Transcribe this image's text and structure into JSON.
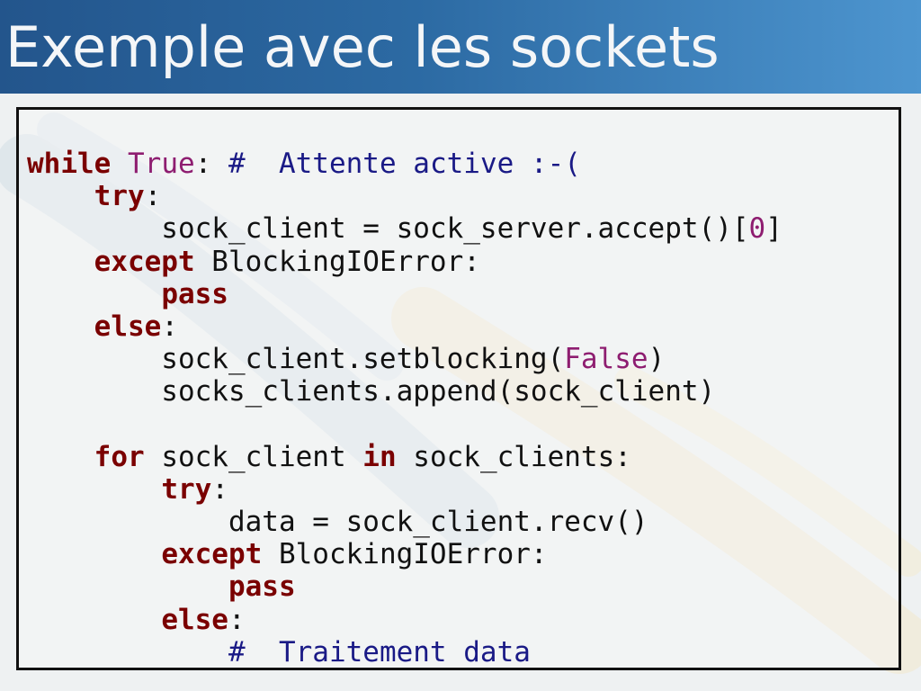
{
  "slide": {
    "title": "Exemple avec les sockets"
  },
  "colors": {
    "title_bar": "#2c6aa3",
    "keyword": "#7a0000",
    "constant": "#8e1d70",
    "comment": "#1a1a86"
  },
  "code_lines": [
    [
      {
        "t": "while",
        "c": "kw"
      },
      {
        "t": " "
      },
      {
        "t": "True",
        "c": "const"
      },
      {
        "t": ": "
      },
      {
        "t": "#  Attente active :-(",
        "c": "comment"
      }
    ],
    [
      {
        "t": "    "
      },
      {
        "t": "try",
        "c": "kw"
      },
      {
        "t": ":"
      }
    ],
    [
      {
        "t": "        sock_client = sock_server.accept()["
      },
      {
        "t": "0",
        "c": "num"
      },
      {
        "t": "]"
      }
    ],
    [
      {
        "t": "    "
      },
      {
        "t": "except",
        "c": "kw"
      },
      {
        "t": " BlockingIOError:"
      }
    ],
    [
      {
        "t": "        "
      },
      {
        "t": "pass",
        "c": "kw"
      }
    ],
    [
      {
        "t": "    "
      },
      {
        "t": "else",
        "c": "kw"
      },
      {
        "t": ":"
      }
    ],
    [
      {
        "t": "        sock_client.setblocking("
      },
      {
        "t": "False",
        "c": "const"
      },
      {
        "t": ")"
      }
    ],
    [
      {
        "t": "        socks_clients.append(sock_client)"
      }
    ],
    [],
    [
      {
        "t": "    "
      },
      {
        "t": "for",
        "c": "kw"
      },
      {
        "t": " sock_client "
      },
      {
        "t": "in",
        "c": "kw"
      },
      {
        "t": " sock_clients:"
      }
    ],
    [
      {
        "t": "        "
      },
      {
        "t": "try",
        "c": "kw"
      },
      {
        "t": ":"
      }
    ],
    [
      {
        "t": "            data = sock_client.recv()"
      }
    ],
    [
      {
        "t": "        "
      },
      {
        "t": "except",
        "c": "kw"
      },
      {
        "t": " BlockingIOError:"
      }
    ],
    [
      {
        "t": "            "
      },
      {
        "t": "pass",
        "c": "kw"
      }
    ],
    [
      {
        "t": "        "
      },
      {
        "t": "else",
        "c": "kw"
      },
      {
        "t": ":"
      }
    ],
    [
      {
        "t": "            "
      },
      {
        "t": "#  Traitement data",
        "c": "comment"
      }
    ]
  ]
}
